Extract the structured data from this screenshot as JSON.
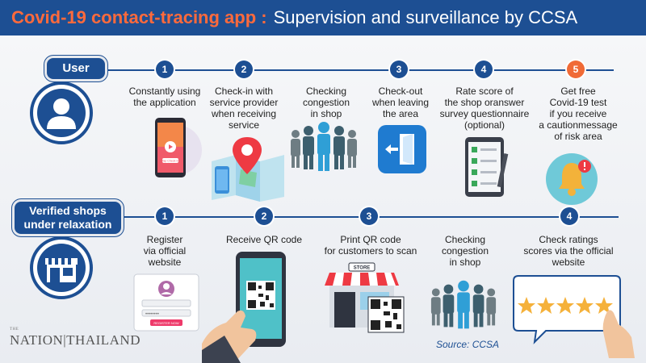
{
  "header": {
    "title_highlight": "Covid-19 contact-tracing app :",
    "title_rest": "Supervision and surveillance by CCSA"
  },
  "user_section": {
    "label": "User",
    "steps": [
      {
        "number": "1",
        "text": "Constantly using\nthe application"
      },
      {
        "number": "2",
        "text": "Check-in with\nservice provider\nwhen receiving\nservice"
      },
      {
        "text": "Checking\ncongestion\nin shop"
      },
      {
        "number": "3",
        "text": "Check-out\nwhen leaving\nthe area"
      },
      {
        "number": "4",
        "text": "Rate score of\nthe shop oranswer\nsurvey questionnaire\n(optional)"
      },
      {
        "number": "5",
        "text": "Get free\nCovid-19 test\nif you receive\na cautionmessage\nof risk area"
      }
    ]
  },
  "shop_section": {
    "label": "Verified shops\nunder relaxation",
    "steps": [
      {
        "number": "1",
        "text": "Register\nvia official\nwebsite"
      },
      {
        "number": "2",
        "text": "Receive QR code"
      },
      {
        "number": "3",
        "text": "Print QR code\nfor customers to scan"
      },
      {
        "text": "Checking\ncongestion\nin shop"
      },
      {
        "number": "4",
        "text": "Check ratings\nscores via the official\nwebsite"
      }
    ]
  },
  "illustration_text": {
    "phone_button": "Tap Check In",
    "register_button": "REGISTER NOW",
    "register_password": "••••••••",
    "store_sign": "STORE"
  },
  "footer": {
    "source": "Source: CCSA",
    "logo_small": "THE",
    "logo": "NATION|THAILAND"
  },
  "colors": {
    "primary": "#1d4f93",
    "accent": "#f06a36",
    "teal": "#4fc1c8"
  }
}
